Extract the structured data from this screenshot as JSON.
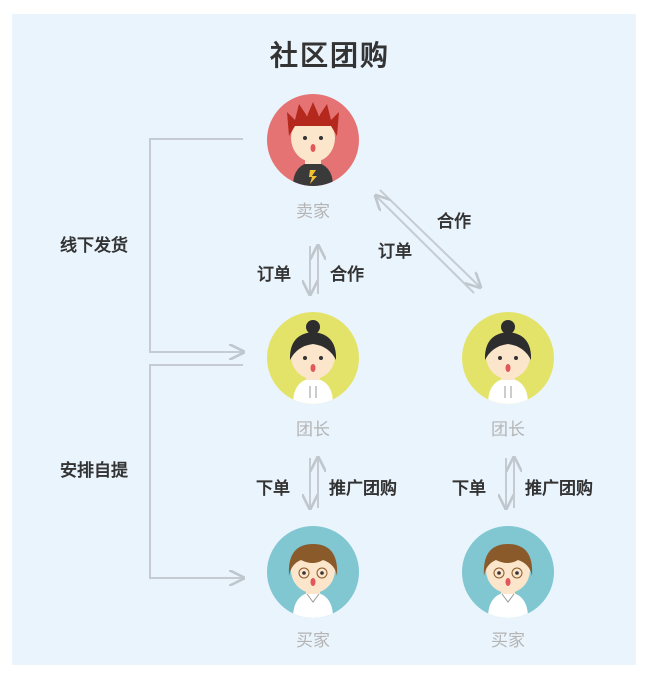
{
  "title": "社区团购",
  "colors": {
    "panel_bg": "#eaf4fd",
    "seller_circle": "#e57373",
    "leader_circle": "#e3e36a",
    "buyer_circle": "#80c7d1",
    "connector": "#bfc6cc"
  },
  "nodes": {
    "seller": {
      "label": "卖家",
      "icon": "seller-avatar-icon"
    },
    "leader_left": {
      "label": "团长",
      "icon": "leader-avatar-icon"
    },
    "leader_right": {
      "label": "团长",
      "icon": "leader-avatar-icon"
    },
    "buyer_left": {
      "label": "买家",
      "icon": "buyer-avatar-icon"
    },
    "buyer_right": {
      "label": "买家",
      "icon": "buyer-avatar-icon"
    }
  },
  "edges": {
    "seller_leader_left": {
      "left": "订单",
      "right": "合作"
    },
    "seller_leader_right": {
      "upper": "合作",
      "lower": "订单"
    },
    "leader_buyer_left": {
      "left": "下单",
      "right": "推广团购"
    },
    "leader_buyer_right": {
      "left": "下单",
      "right": "推广团购"
    }
  },
  "side_flows": {
    "shipping": "线下发货",
    "pickup": "安排自提"
  }
}
